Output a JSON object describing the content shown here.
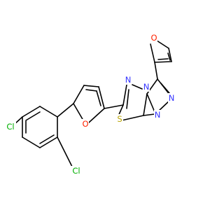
{
  "molecule": {
    "colors": {
      "bond": "#000000",
      "N": "#3333ff",
      "O": "#ff2200",
      "S": "#b8a300",
      "Cl": "#00b000"
    },
    "atoms": [
      {
        "id": "cl1",
        "element": "Cl",
        "label": "Cl"
      },
      {
        "id": "cl2",
        "element": "Cl",
        "label": "Cl"
      },
      {
        "id": "o1",
        "element": "O",
        "label": "O"
      },
      {
        "id": "o2",
        "element": "O",
        "label": "O"
      },
      {
        "id": "s1",
        "element": "S",
        "label": "S"
      },
      {
        "id": "n1",
        "element": "N",
        "label": "N"
      },
      {
        "id": "n2",
        "element": "N",
        "label": "N"
      },
      {
        "id": "n3",
        "element": "N",
        "label": "N"
      },
      {
        "id": "n4",
        "element": "N",
        "label": "N"
      }
    ]
  }
}
